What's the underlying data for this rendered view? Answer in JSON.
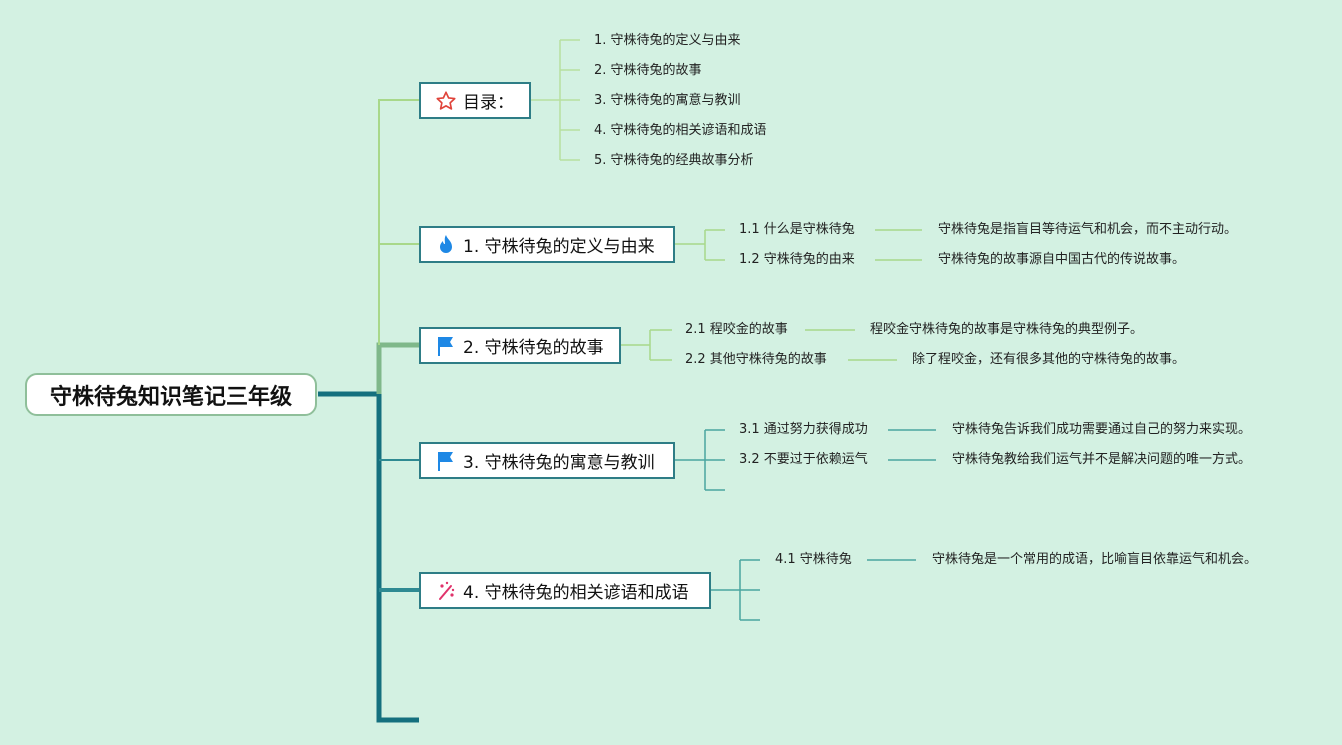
{
  "root": {
    "title": "守株待兔知识笔记三年级"
  },
  "toc": {
    "title": "目录：",
    "items": [
      "1. 守株待兔的定义与由来",
      "2. 守株待兔的故事",
      "3. 守株待兔的寓意与教训",
      "4. 守株待兔的相关谚语和成语",
      "5. 守株待兔的经典故事分析"
    ]
  },
  "topic1": {
    "title": "1. 守株待兔的定义与由来",
    "subs": [
      {
        "label": "1.1 什么是守株待兔",
        "note": "守株待兔是指盲目等待运气和机会，而不主动行动。"
      },
      {
        "label": "1.2 守株待兔的由来",
        "note": "守株待兔的故事源自中国古代的传说故事。"
      }
    ]
  },
  "topic2": {
    "title": "2. 守株待兔的故事",
    "subs": [
      {
        "label": "2.1 程咬金的故事",
        "note": "程咬金守株待兔的故事是守株待兔的典型例子。"
      },
      {
        "label": "2.2 其他守株待兔的故事",
        "note": "除了程咬金，还有很多其他的守株待兔的故事。"
      }
    ]
  },
  "topic3": {
    "title": "3. 守株待兔的寓意与教训",
    "subs": [
      {
        "label": "3.1 通过努力获得成功",
        "note": "守株待兔告诉我们成功需要通过自己的努力来实现。"
      },
      {
        "label": "3.2 不要过于依赖运气",
        "note": "守株待兔教给我们运气并不是解决问题的唯一方式。"
      }
    ]
  },
  "topic4": {
    "title": "4. 守株待兔的相关谚语和成语",
    "subs": [
      {
        "label": "4.1 守株待兔",
        "note": "守株待兔是一个常用的成语，比喻盲目依靠运气和机会。"
      }
    ]
  },
  "colors": {
    "background": "#d3f1e2",
    "trunk": "#14707e",
    "light_branch": "#a8d88a",
    "topic_border": "#2e7d86",
    "star": "#e0433a",
    "fire": "#1e88e5",
    "flag": "#1e88e5",
    "sparkle": "#e0336b"
  },
  "icons": {
    "toc": "star-icon",
    "topic1": "fire-icon",
    "topic2": "flag-icon",
    "topic3": "flag-icon",
    "topic4": "sparkle-icon"
  }
}
